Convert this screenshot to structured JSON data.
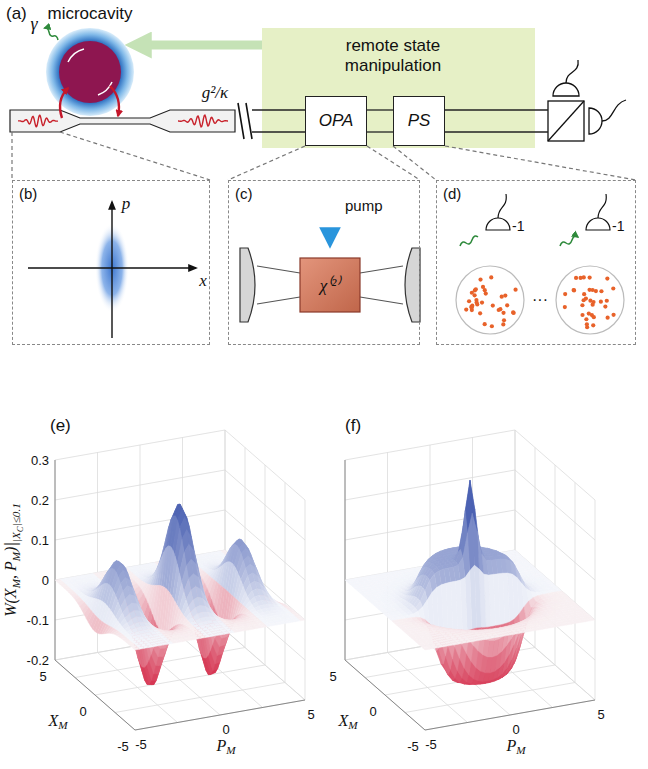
{
  "diagram": {
    "nodes": [
      {
        "text": [
          "microcavity"
        ]
      },
      {
        "text": [
          "remote state manipulation"
        ]
      },
      {
        "text": [
          "OPA"
        ],
        "in": 1
      },
      {
        "text": [
          "PS"
        ],
        "in": 1
      },
      {
        "text": [
          "(b)"
        ]
      },
      {
        "text": [
          "(c)"
        ]
      },
      {
        "text": [
          "(d)"
        ]
      }
    ],
    "edges": [
      {
        "from": 1,
        "to": 0,
        "arrow": "to"
      },
      {
        "from": 2,
        "to": 3,
        "arrow": "none"
      },
      {
        "from": 2,
        "to": 5,
        "arrow": "none"
      },
      {
        "from": 3,
        "to": 6,
        "arrow": "none"
      }
    ],
    "labels": [
      "(a)",
      "γ",
      "g²/κ",
      "p",
      "x",
      "pump",
      "χ⁽²⁾",
      "-1",
      "-1",
      "···",
      "(e)",
      "(f)",
      "W(X",
      "M",
      ", P",
      "M",
      ")|",
      "|X",
      "C",
      "|≤0.1",
      "0.3",
      "0.2",
      "0.1",
      "0",
      "-0.1",
      "-0.2",
      "5",
      "0",
      "-5",
      "X",
      "M",
      "-5",
      "0",
      "5",
      "P",
      "M",
      "5",
      "0",
      "-5",
      "X",
      "M",
      "-5",
      "0",
      "5",
      "P",
      "M"
    ]
  }
}
